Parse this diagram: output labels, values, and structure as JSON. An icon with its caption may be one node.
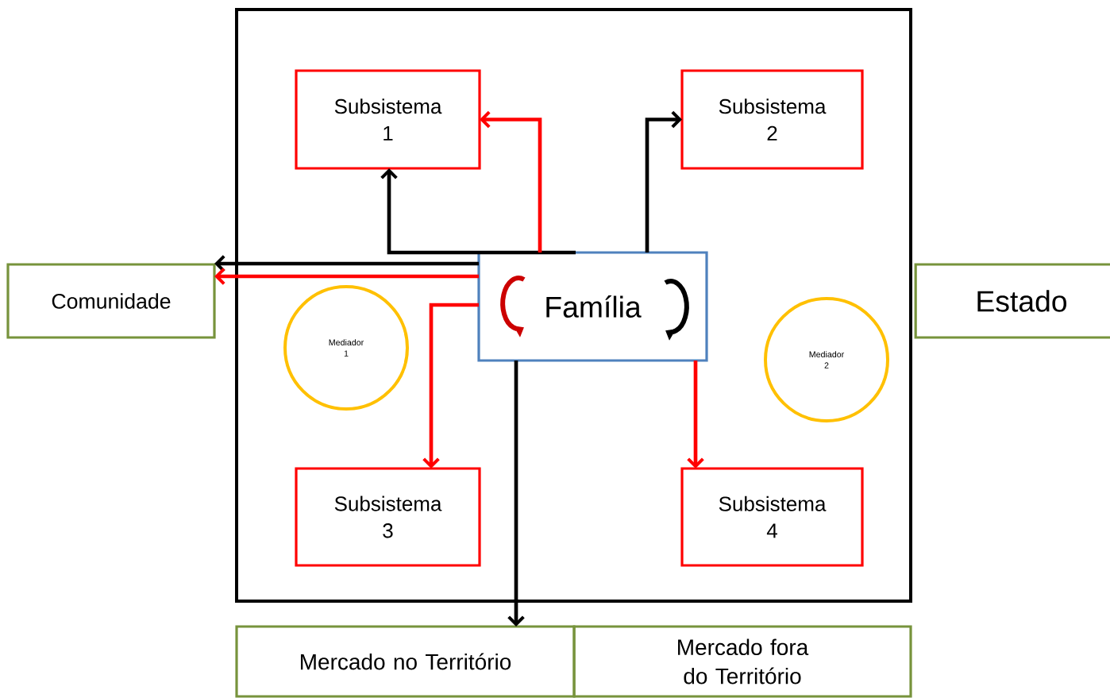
{
  "diagram": {
    "nodes": [
      {
        "text": [],
        "shape": "box"
      },
      {
        "text": [
          "Subsistema 1"
        ],
        "in": 0
      },
      {
        "text": [
          "Subsistema 2"
        ],
        "in": 0
      },
      {
        "text": [
          "Família"
        ],
        "in": 0
      },
      {
        "text": [
          "Mediador 1"
        ],
        "in": 0
      },
      {
        "text": [
          "Mediador 2"
        ],
        "in": 0
      },
      {
        "text": [
          "Subsistema 3"
        ],
        "in": 0
      },
      {
        "text": [
          "Subsistema 4"
        ],
        "in": 0
      },
      {
        "text": [
          "Comunidade"
        ]
      },
      {
        "text": [
          "Estado"
        ]
      },
      {
        "text": [
          "Mercado no Território"
        ]
      },
      {
        "text": [
          "Mercado fora do Território"
        ]
      }
    ],
    "edges": [
      {
        "from": 3,
        "to": 1,
        "arrow": "to",
        "color": "#000000"
      },
      {
        "from": 3,
        "to": 1,
        "arrow": "to",
        "color": "#ff0000"
      },
      {
        "from": 3,
        "to": 2,
        "arrow": "to",
        "color": "#000000"
      },
      {
        "from": 3,
        "to": 8,
        "arrow": "to",
        "color": "#000000"
      },
      {
        "from": 3,
        "to": 8,
        "arrow": "to",
        "color": "#ff0000"
      },
      {
        "from": 3,
        "to": 6,
        "arrow": "to",
        "color": "#ff0000"
      },
      {
        "from": 3,
        "to": 7,
        "arrow": "to",
        "color": "#ff0000"
      },
      {
        "from": 3,
        "to": 10,
        "arrow": "to",
        "color": "#000000"
      }
    ]
  }
}
